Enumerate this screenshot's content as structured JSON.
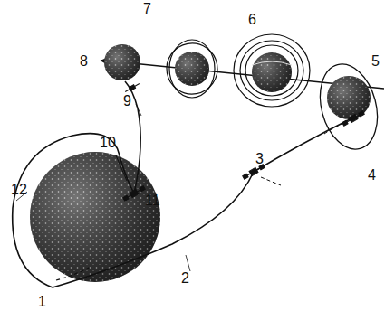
{
  "diagram": {
    "labels": [
      "7",
      "6",
      "8",
      "5",
      "9",
      "4",
      "3",
      "10",
      "12",
      "11",
      "2",
      "1"
    ]
  }
}
